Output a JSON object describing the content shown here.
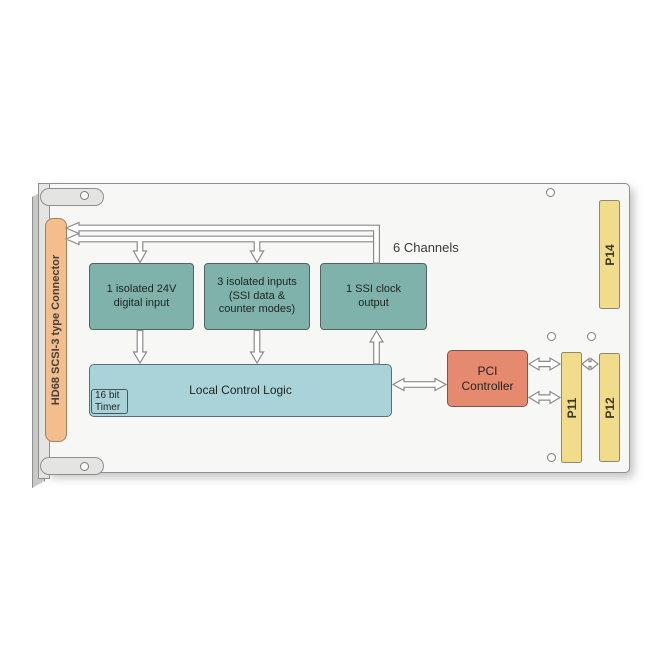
{
  "board": {
    "channels_label": "6 Channels",
    "left_connector": {
      "label": "HD68 SCSI-3 type Connector"
    },
    "blocks": {
      "digital_input": {
        "line1": "1 isolated 24V",
        "line2": "digital input"
      },
      "ssi_inputs": {
        "line1": "3 isolated inputs",
        "line2": "(SSI data &",
        "line3": "counter modes)"
      },
      "ssi_clock": {
        "line1": "1 SSI clock",
        "line2": "output"
      },
      "local_control_logic": {
        "label": "Local Control Logic"
      },
      "timer": {
        "line1": "16 bit",
        "line2": "Timer"
      },
      "pci_controller": {
        "line1": "PCI",
        "line2": "Controller"
      }
    },
    "right_connectors": {
      "p14": "P14",
      "p11": "P11",
      "p12": "P12"
    },
    "colors": {
      "io_block": "#7fb2aa",
      "logic_block": "#a9d3d9",
      "pci_block": "#e58a6e",
      "connector_yellow": "#f0dc8a",
      "connector_tan": "#f3bd8e",
      "board_fill": "#f7f7f5",
      "arrow_outline": "#8a8a8a"
    }
  }
}
